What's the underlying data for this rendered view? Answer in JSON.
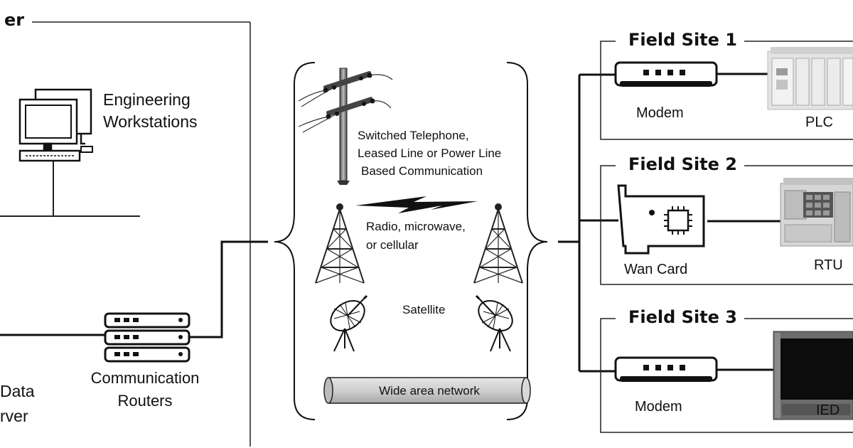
{
  "control_center": {
    "title_fragment": "er",
    "workstations_label": [
      "Engineering",
      "Workstations"
    ],
    "routers_label": [
      "Communication",
      "Routers"
    ],
    "server_label": [
      "Data",
      "rver"
    ]
  },
  "wan": {
    "telephone_label": [
      "Switched Telephone,",
      "Leased Line or Power Line",
      "Based Communication"
    ],
    "radio_label": [
      "Radio, microwave,",
      "or cellular"
    ],
    "satellite_label": "Satellite",
    "network_label": "Wide area network"
  },
  "field_sites": [
    {
      "title": "Field Site 1",
      "comm_device": "Modem",
      "field_device": "PLC"
    },
    {
      "title": "Field Site 2",
      "comm_device": "Wan Card",
      "field_device": "RTU"
    },
    {
      "title": "Field Site 3",
      "comm_device": "Modem",
      "field_device": "IED"
    }
  ],
  "icons": [
    "workstation-icon",
    "router-icon",
    "utility-pole-icon",
    "radio-tower-icon",
    "lightning-icon",
    "satellite-dish-icon",
    "modem-icon",
    "wan-card-icon",
    "plc-icon",
    "rtu-icon",
    "ied-icon"
  ]
}
